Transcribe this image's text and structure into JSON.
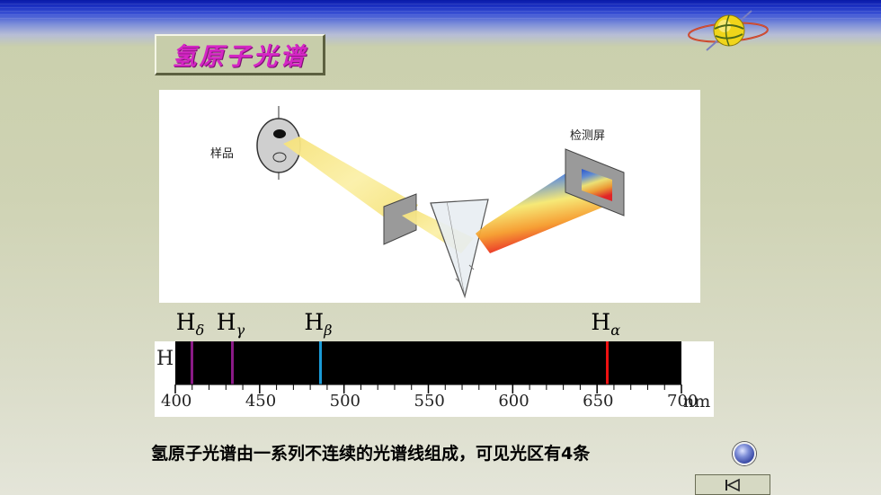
{
  "slide": {
    "title": "氢原子光谱",
    "caption": "氢原子光谱由一系列不连续的光谱线组成，可见光区有4条"
  },
  "diagram": {
    "sample_label": "样品",
    "screen_label": "检测屏"
  },
  "spectrum": {
    "element_label": "H",
    "axis": {
      "min": 400,
      "max": 700,
      "step": 50,
      "unit": "nm",
      "ticks": [
        "400",
        "450",
        "500",
        "550",
        "600",
        "650",
        "700"
      ]
    },
    "lines": [
      {
        "symbol": "H",
        "subscript": "δ",
        "wavelength": 410,
        "color": "#8a1a86"
      },
      {
        "symbol": "H",
        "subscript": "γ",
        "wavelength": 434,
        "color": "#8a1a86"
      },
      {
        "symbol": "H",
        "subscript": "β",
        "wavelength": 486,
        "color": "#1a9ad6"
      },
      {
        "symbol": "H",
        "subscript": "α",
        "wavelength": 656,
        "color": "#ee1111"
      }
    ]
  },
  "colors": {
    "title_text": "#d426c4",
    "header_blue": "#0a1aa8",
    "spectrum_background": "#000000"
  },
  "icons": {
    "logo": "globe-orbit-icon",
    "info_button": "round-button-icon",
    "nav": "first-slide-icon"
  }
}
